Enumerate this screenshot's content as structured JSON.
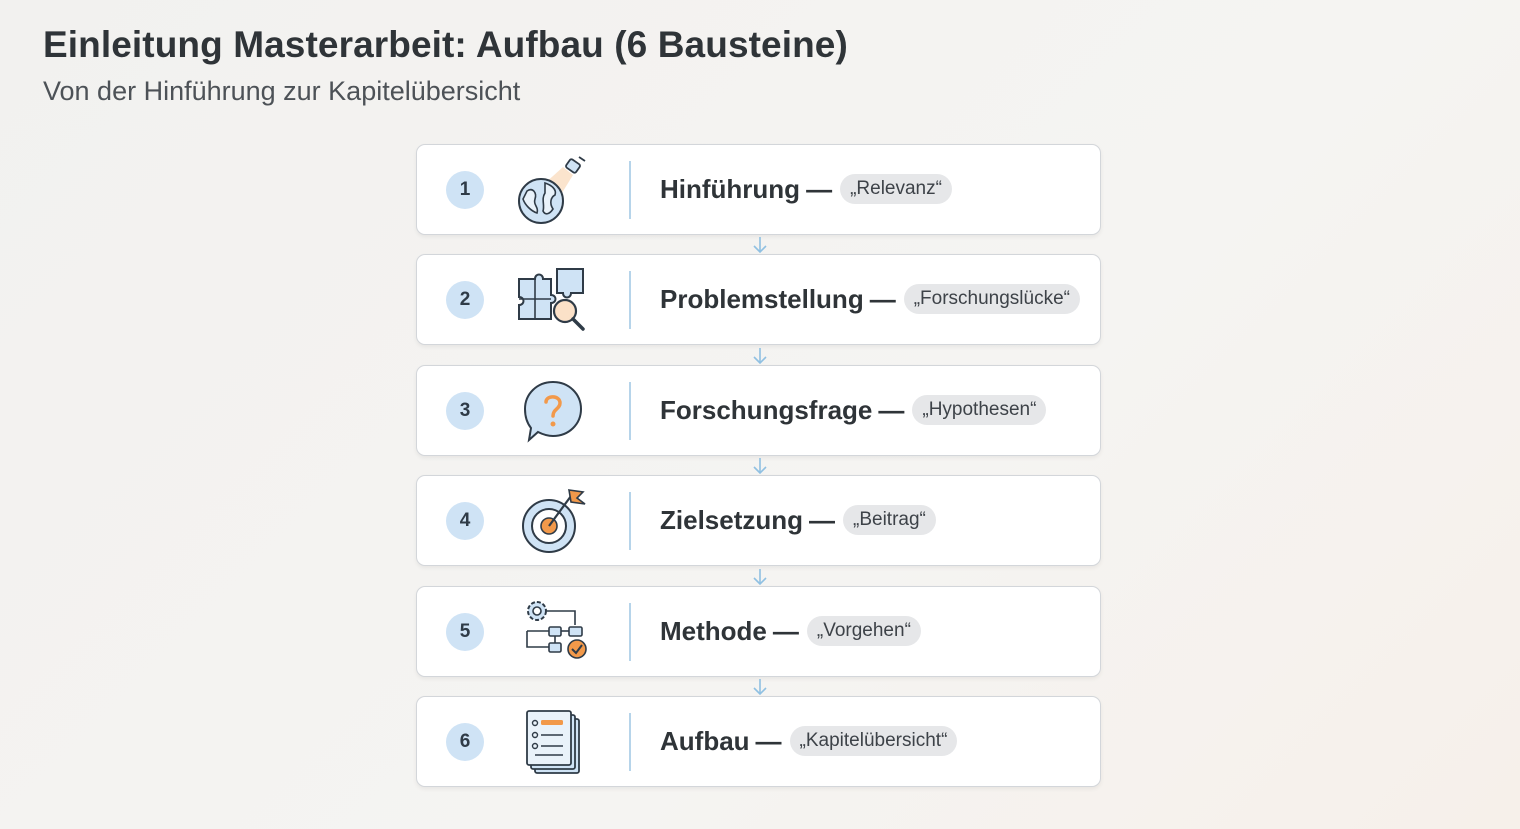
{
  "header": {
    "title": "Einleitung Masterarbeit: Aufbau (6 Bausteine)",
    "subtitle": "Von der Hinführung zur Kapitelübersicht"
  },
  "steps": [
    {
      "number": "1",
      "name": "Hinführung",
      "dash": "—",
      "tag": "„Relevanz“",
      "icon": "globe-spotlight-icon"
    },
    {
      "number": "2",
      "name": "Problemstellung",
      "dash": "—",
      "tag": "„Forschungslücke“",
      "icon": "puzzle-magnifier-icon"
    },
    {
      "number": "3",
      "name": "Forschungsfrage",
      "dash": "—",
      "tag": "„Hypothesen“",
      "icon": "question-bubble-icon"
    },
    {
      "number": "4",
      "name": "Zielsetzung",
      "dash": "—",
      "tag": "„Beitrag“",
      "icon": "target-flag-icon"
    },
    {
      "number": "5",
      "name": "Methode",
      "dash": "—",
      "tag": "„Vorgehen“",
      "icon": "gear-flowchart-icon"
    },
    {
      "number": "6",
      "name": "Aufbau",
      "dash": "—",
      "tag": "„Kapitelübersicht“",
      "icon": "document-list-icon"
    }
  ],
  "colors": {
    "accent_blue": "#cfe3f5",
    "line_blue": "#b6d4ea",
    "accent_orange": "#f2994a",
    "icon_stroke": "#2f3b47"
  }
}
